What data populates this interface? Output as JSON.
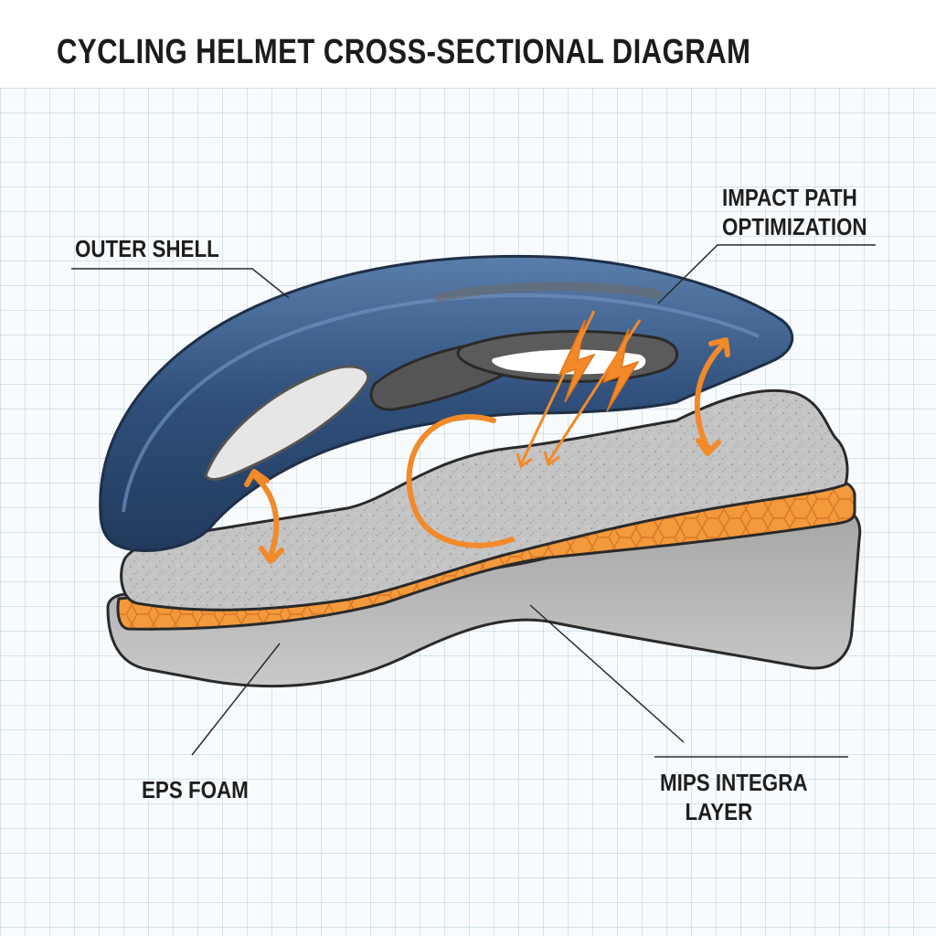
{
  "title": "CYCLING HELMET CROSS-SECTIONAL DIAGRAM",
  "labels": {
    "outer_shell": "OUTER SHELL",
    "impact_path_line1": "IMPACT PATH",
    "impact_path_line2": "OPTIMIZATION",
    "eps_foam": "EPS FOAM",
    "mips_line1": "MIPS INTEGRA",
    "mips_line2": "LAYER"
  },
  "colors": {
    "shell": "#2f4f7a",
    "shell_highlight": "#4f73a2",
    "foam_gray": "#b8b8b8",
    "liner_gray": "#9a9a9a",
    "honeycomb_orange": "#f0963a",
    "arrow_orange": "#f28a2a",
    "outline": "#2a2a2a"
  }
}
